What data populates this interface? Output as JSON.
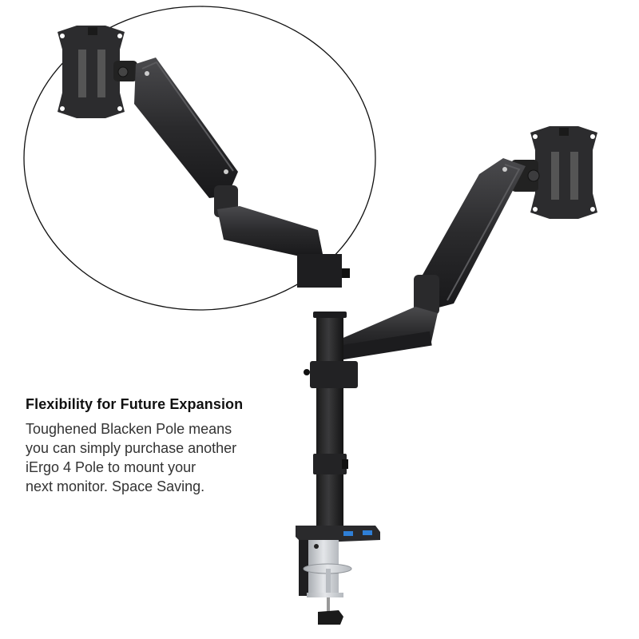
{
  "caption": {
    "heading": "Flexibility for Future Expansion",
    "lines": [
      "Toughened Blacken Pole means",
      "you can simply purchase another",
      "iErgo 4 Pole to mount your",
      "next monitor. Space Saving."
    ]
  },
  "product": {
    "subject": "dual monitor arm desk mount",
    "features": [
      "gas spring arms",
      "VESA plates",
      "USB ports",
      "C-clamp base"
    ],
    "colors": {
      "arm": "#2b2b2d",
      "clamp_metal": "#c9ccd0",
      "usb_port": "#2f7fd6",
      "highlight_ellipse": "#111111"
    }
  }
}
